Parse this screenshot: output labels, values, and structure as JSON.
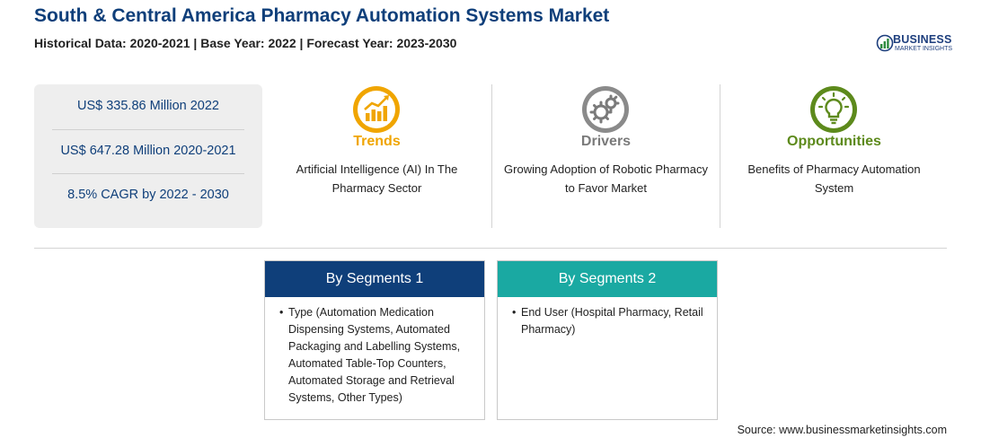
{
  "header": {
    "title": "South & Central America Pharmacy Automation Systems Market",
    "subtitle": "Historical Data: 2020-2021 | Base Year: 2022 | Forecast Year: 2023-2030"
  },
  "logo": {
    "line1": "BUSINESS",
    "line2": "MARKET INSIGHTS",
    "color": "#1d3e7d"
  },
  "stats": [
    "US$ 335.86 Million 2022",
    "US$ 647.28 Million 2020-2021",
    "8.5% CAGR by 2022 - 2030"
  ],
  "columns": [
    {
      "icon": "trend-chart-icon",
      "heading": "Trends",
      "color": "#f0a500",
      "text": "Artificial Intelligence (AI) In The Pharmacy Sector"
    },
    {
      "icon": "gears-icon",
      "heading": "Drivers",
      "color": "#7a7a7a",
      "text": "Growing Adoption of Robotic Pharmacy to Favor Market"
    },
    {
      "icon": "lightbulb-icon",
      "heading": "Opportunities",
      "color": "#5d8a1c",
      "text": "Benefits of Pharmacy Automation System"
    }
  ],
  "segments": [
    {
      "heading": "By Segments 1",
      "color": "#0f3f7a",
      "bullet": "•",
      "text": "Type (Automation Medication Dispensing Systems, Automated Packaging and Labelling Systems, Automated Table-Top Counters, Automated Storage and Retrieval Systems, Other Types)"
    },
    {
      "heading": "By Segments 2",
      "color": "#1aa9a2",
      "bullet": "•",
      "text": "End User (Hospital Pharmacy, Retail Pharmacy)"
    }
  ],
  "source": "Source: www.businessmarketinsights.com"
}
